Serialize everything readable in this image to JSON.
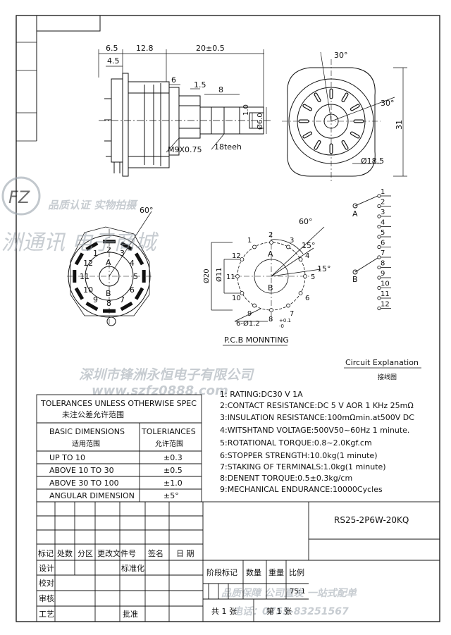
{
  "front_view": {
    "dims": {
      "d_6_5": "6.5",
      "d_12_8": "12.8",
      "d_20": "20±0.5",
      "d_4_5": "4.5",
      "d_6": "6",
      "d_1_5": "1.5",
      "d_8": "8",
      "d_1_0": "1.0",
      "d_6_0": "Ø6.0",
      "thread": "M9X0.75",
      "teeth": "18teeh"
    }
  },
  "side_view": {
    "angle_top": "30°",
    "angle_right": "30°",
    "height": "31",
    "diameter": "Ø18.5"
  },
  "terminal_view": {
    "angle": "60°",
    "numbers": [
      "1",
      "2",
      "3",
      "4",
      "5",
      "6",
      "7",
      "8",
      "9",
      "10",
      "11",
      "12"
    ],
    "pole_a": "A",
    "pole_b": "B"
  },
  "pcb": {
    "angle_60": "60°",
    "angle_15a": "15°",
    "angle_15b": "15°",
    "dia_20": "Ø20",
    "dia_11": "Ø11",
    "hole_spec": "6-Ø1.2",
    "hole_tol_top": "+0.1",
    "hole_tol_bottom": "-0",
    "pole_a": "A",
    "pole_b": "B",
    "title": "P.C.B MONNTING"
  },
  "circuit": {
    "pole_a": "A",
    "pole_b": "B",
    "terminals": [
      "1",
      "2",
      "3",
      "4",
      "5",
      "6",
      "7",
      "8",
      "9",
      "10",
      "11",
      "12"
    ],
    "title": "Circuit Explanation",
    "title_cn": "接线图"
  },
  "watermarks": {
    "quality_photo": "品质认证 实物拍摄",
    "company_partial": "洲通讯 电子商城",
    "company_full": "深圳市锋洲永恒电子有限公司",
    "website": "www.szfz0888.com",
    "slogan": "品质保障 公司直发 一站式配单",
    "phone": "电话：0755-83251567"
  },
  "tolerances": {
    "header_en": "TOLERANCES UNLESS OTHERWISE SPEC",
    "header_cn": "未注公差允许范围",
    "col_basic_en": "BASIC DIMENSIONS",
    "col_basic_cn": "适用范围",
    "col_tol_en": "TOLERIANCES",
    "col_tol_cn": "允许范围",
    "rows": [
      {
        "range": "UP TO 10",
        "tol": "±0.3"
      },
      {
        "range": "ABOVE 10 TO 30",
        "tol": "±0.5"
      },
      {
        "range": "ABOVE 30 TO 100",
        "tol": "±1.0"
      },
      {
        "range": "ANGULAR DIMENSION",
        "tol": "±5°"
      }
    ]
  },
  "specs": [
    "1: RATING:DC30 V 1A",
    "2:CONTACT RESISTANCE:DC 5 V AOR 1 KHz 25mΩ",
    "3:INSULATION RESISTANCE:100mΩmin.at500V DC",
    "4:WITSHTAND VOLTAGE:500V50~60Hz 1 minute.",
    "5:ROTATIONAL TORQUE:0.8~2.0Kgf.cm",
    "6:STOPPER STRENGTH:10.0kg(1 minute)",
    "7:STAKING OF TERMINALS:1.0kg(1 minute)",
    "8:DENENT TORQUE:0.5±0.3kg/cm",
    "9:MECHANICAL ENDURANCE:10000Cycles"
  ],
  "title_block": {
    "part_number": "RS25-2P6W-20KQ",
    "rev_headers": [
      "标记",
      "处数",
      "分区",
      "更改文件号",
      "签名",
      "日 期"
    ],
    "design": "设计",
    "standard": "标准化",
    "check": "校对",
    "review": "审核",
    "process": "工艺",
    "approve": "批准",
    "stage_mark": "阶段标记",
    "quantity": "数量",
    "weight": "重量",
    "scale": "比例",
    "scale_value": "75:1",
    "total_sheets": "共 1 张",
    "sheet_no": "第 1 张"
  }
}
